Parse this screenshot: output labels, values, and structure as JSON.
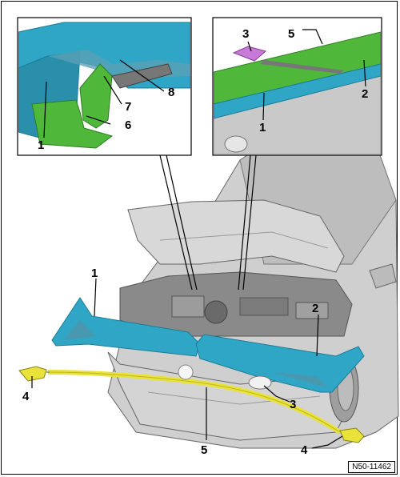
{
  "colors": {
    "panel_blue": "#2fa6c6",
    "panel_blue_dark": "#1c7c98",
    "seal_green": "#4fb83a",
    "seal_green_dark": "#2e7d22",
    "hose_yellow": "#e9e23a",
    "clip_purple": "#c77ad8",
    "car_grey": "#c9c9c9"
  },
  "callouts": {
    "left_detail": {
      "c1": "1",
      "c6": "6",
      "c7": "7",
      "c8": "8"
    },
    "right_detail": {
      "c3": "3",
      "c5": "5",
      "c2": "2",
      "c1": "1"
    },
    "main": {
      "c1": "1",
      "c2": "2",
      "c3": "3",
      "c4_left": "4",
      "c4_right": "4",
      "c5": "5"
    }
  },
  "reference": "N50-11462"
}
